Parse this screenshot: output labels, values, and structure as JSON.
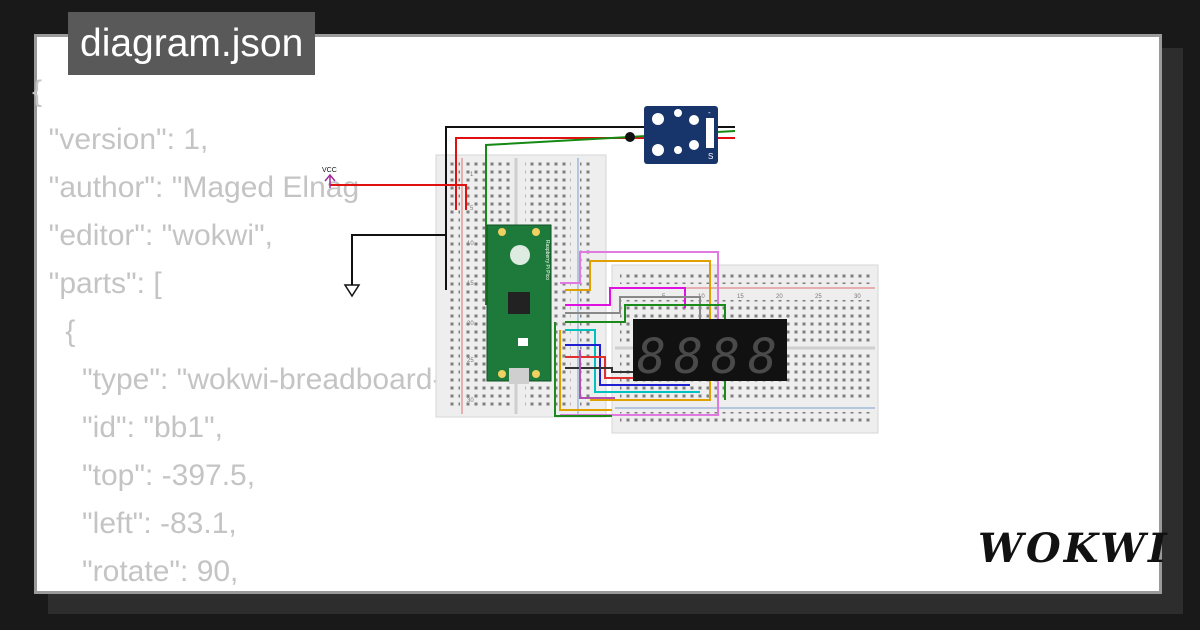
{
  "title": "diagram.json",
  "code_lines": [
    "{",
    "  \"version\": 1,",
    "  \"author\": \"Maged Elnag",
    "  \"editor\": \"wokwi\",",
    "  \"parts\": [",
    "    {",
    "      \"type\": \"wokwi-breadboard-half\",",
    "      \"id\": \"bb1\",",
    "      \"top\": -397.5,",
    "      \"left\": -83.1,",
    "      \"rotate\": 90,"
  ],
  "diagram": {
    "vcc_label": "VCC",
    "display_digits": [
      "8",
      "8",
      "8",
      "8"
    ],
    "board_label": "Raspberry Pi Pico",
    "module_pin_labels": [
      "-",
      "S"
    ],
    "breadboard_row_labels": [
      "1",
      "5",
      "10",
      "15",
      "20",
      "25",
      "30"
    ],
    "breadboard_col_labels": [
      "5",
      "10",
      "15",
      "20",
      "25",
      "30"
    ]
  },
  "brand": "WOKWI",
  "colors": {
    "background": "#191919",
    "card": "#ffffff",
    "title_tab": "#595959",
    "code_text": "#c4c4c4",
    "pico_green": "#1e7a3a",
    "module_blue": "#18356b",
    "display_body": "#111111"
  }
}
